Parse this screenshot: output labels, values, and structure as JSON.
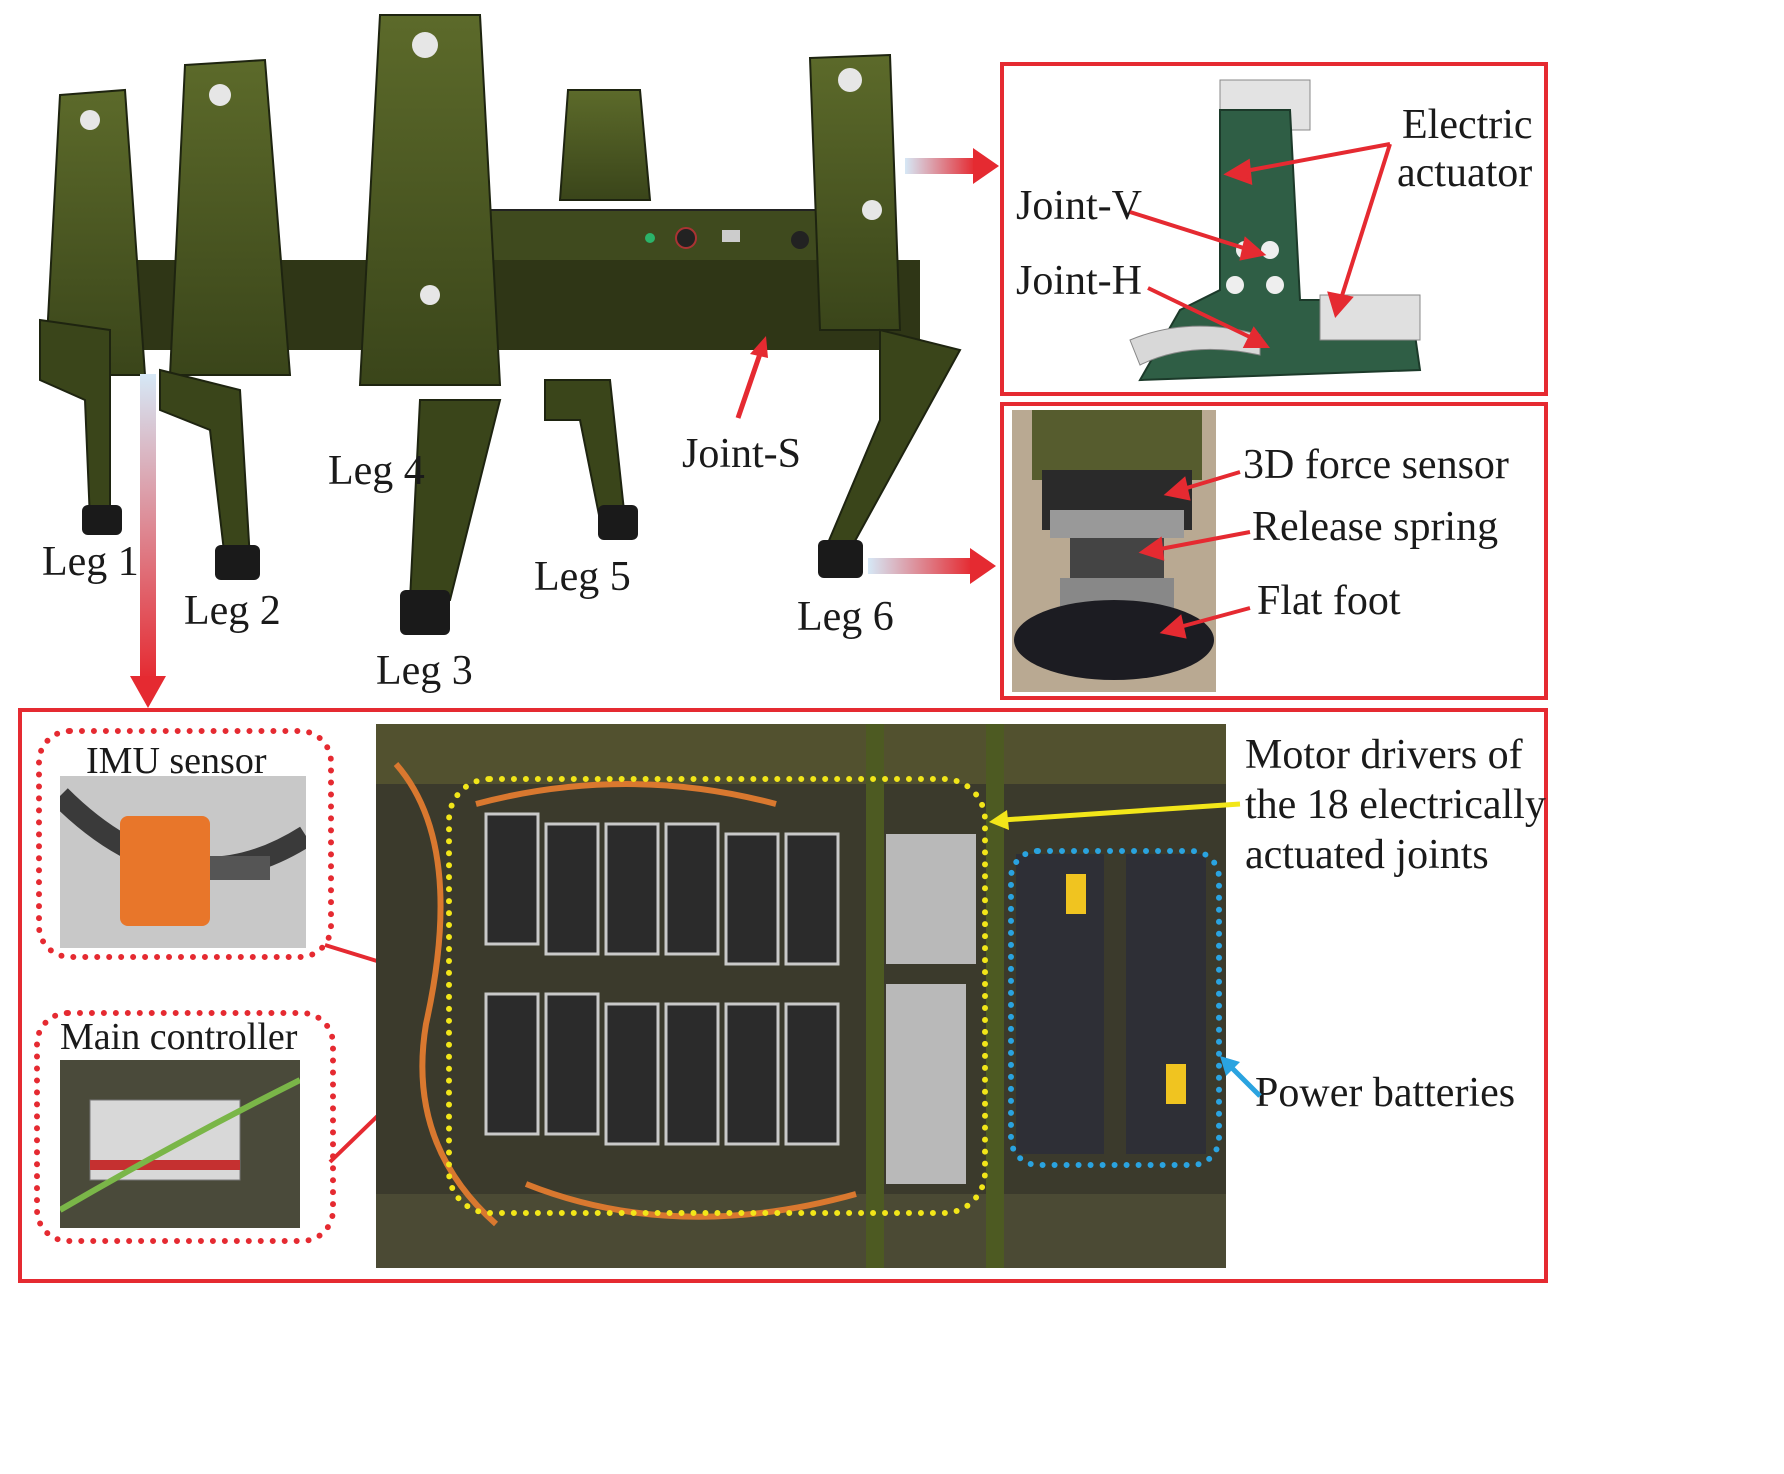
{
  "robot_labels": {
    "leg1": "Leg 1",
    "leg2": "Leg 2",
    "leg3": "Leg 3",
    "leg4": "Leg 4",
    "leg5": "Leg 5",
    "leg6": "Leg 6",
    "joint_s": "Joint-S"
  },
  "actuator_panel": {
    "electric_actuator_line1": "Electric",
    "electric_actuator_line2": "actuator",
    "joint_v": "Joint-V",
    "joint_h": "Joint-H"
  },
  "foot_panel": {
    "force_sensor": "3D force sensor",
    "release_spring": "Release spring",
    "flat_foot": "Flat foot"
  },
  "electronics_panel": {
    "imu_sensor": "IMU sensor",
    "main_controller": "Main controller",
    "motor_drivers_line1": "Motor drivers of",
    "motor_drivers_line2": "the 18 electrically",
    "motor_drivers_line3": "actuated joints",
    "power_batteries": "Power batteries"
  },
  "colors": {
    "frame_red": "#e52a31",
    "highlight_yellow": "#f2e619",
    "highlight_blue": "#2aa3e0",
    "robot_green": "#4d5a22",
    "arrow_gradient_start": "#cfe3f4"
  }
}
